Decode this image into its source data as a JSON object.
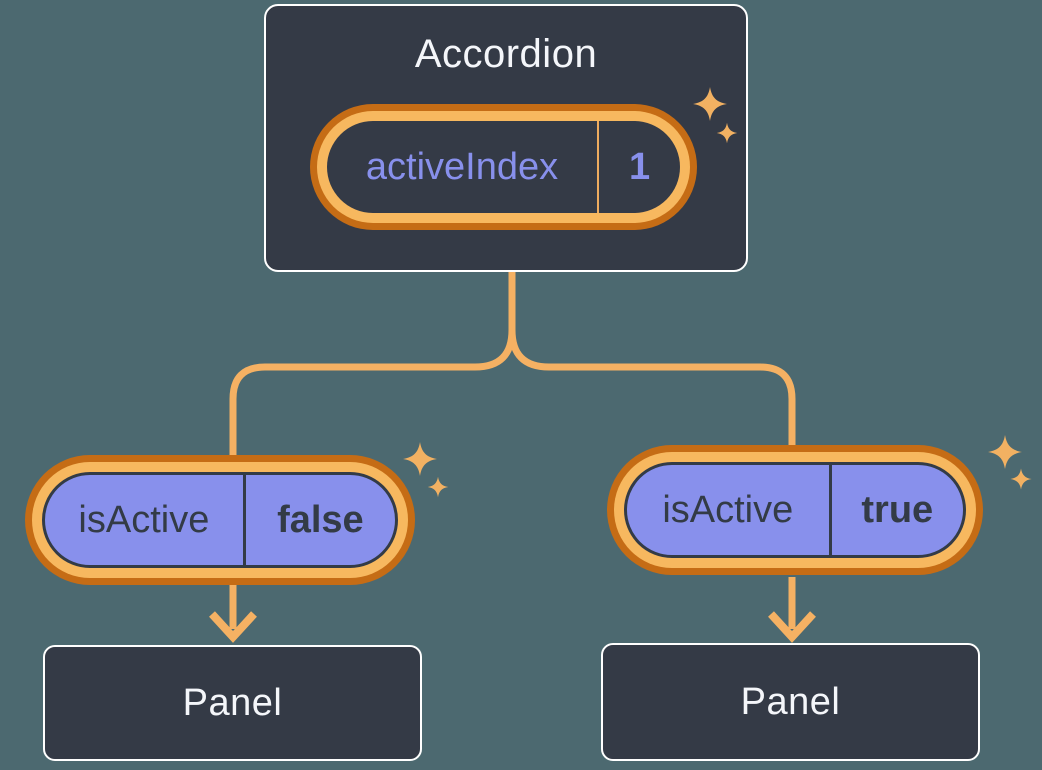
{
  "diagram": {
    "root": {
      "title": "Accordion",
      "state": {
        "name": "activeIndex",
        "value": "1"
      }
    },
    "children": [
      {
        "state": {
          "name": "isActive",
          "value": "false"
        },
        "panel": {
          "label": "Panel"
        }
      },
      {
        "state": {
          "name": "isActive",
          "value": "true"
        },
        "panel": {
          "label": "Panel"
        }
      }
    ]
  },
  "icons": {
    "sparkle_large": "sparkle-icon",
    "sparkle_small": "sparkle-icon",
    "arrow_down": "arrow-down-icon"
  },
  "palette": {
    "bg": "#4C6970",
    "card_bg": "#343A46",
    "card_border": "#FFFFFF",
    "text_light": "#F4F6FA",
    "purple": "#8890EC",
    "text_dark": "#333B46",
    "ring_outer": "#C56C15",
    "ring_inner": "#F7B85F",
    "connector": "#F5B163",
    "divider_orange": "#EFAC5F",
    "sparkle": "#F2B162"
  }
}
